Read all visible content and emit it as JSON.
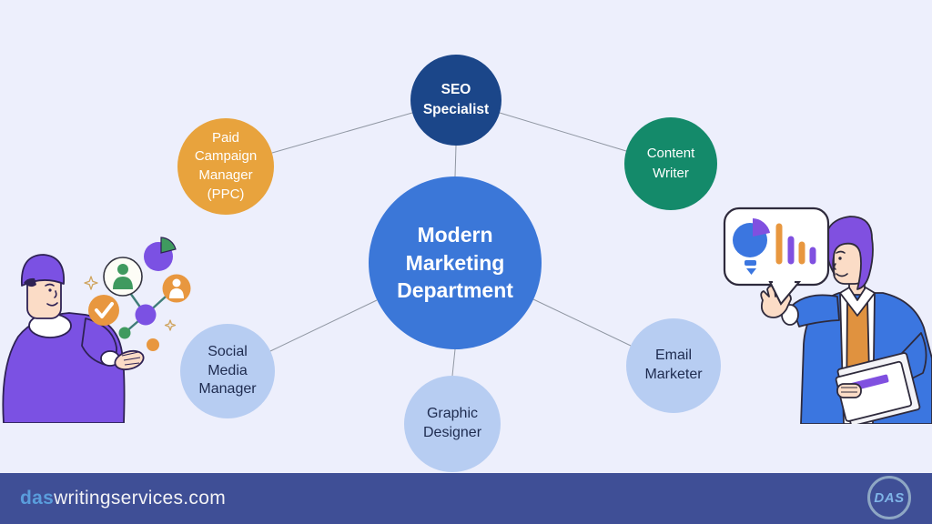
{
  "colors": {
    "background": "#edeffc",
    "center_circle": "#3b77d8",
    "seo_circle": "#1b4689",
    "ppc_circle": "#e8a33d",
    "content_circle": "#148a6a",
    "support_circle": "#b7cdf2",
    "support_text": "#1e2b4f",
    "connector_line": "#9097a3",
    "footer_bg": "#3f4f96",
    "footer_accent": "#5a9ddc",
    "footer_text": "#f2f2f5"
  },
  "diagram": {
    "center": {
      "label": "Modern\nMarketing\nDepartment"
    },
    "nodes": {
      "seo": {
        "label": "SEO\nSpecialist"
      },
      "ppc": {
        "label": "Paid\nCampaign\nManager\n(PPC)"
      },
      "content": {
        "label": "Content\nWriter"
      },
      "social": {
        "label": "Social\nMedia\nManager"
      },
      "graphic": {
        "label": "Graphic\nDesigner"
      },
      "email": {
        "label": "Email\nMarketer"
      }
    }
  },
  "footer": {
    "domain_prefix": "das",
    "domain_rest": "writingservices.com",
    "logo_text": "DAS"
  },
  "illustrations": {
    "left": {
      "description": "purple-clad marketer presenting a cluster of marketing icons",
      "icons": [
        "pie-chart-icon",
        "user-badge-icon",
        "user-circle-icon",
        "checkmark-icon",
        "network-nodes-icon",
        "sparkle-icon"
      ],
      "palette": {
        "purple": "#7b51e3",
        "green": "#3f9a5f",
        "orange": "#e8973f",
        "skin": "#fbdcc6",
        "outline": "#2e2254"
      }
    },
    "right": {
      "description": "analyst in blue jacket holding documents with analytics speech bubble",
      "icons": [
        "speech-bubble",
        "lightbulb-pie-icon",
        "bar-chart-icon"
      ],
      "palette": {
        "blue": "#3b76e0",
        "purple": "#8050e0",
        "orange": "#e0923f",
        "skin": "#fbdcc6",
        "outline": "#2e2a3c"
      }
    }
  }
}
